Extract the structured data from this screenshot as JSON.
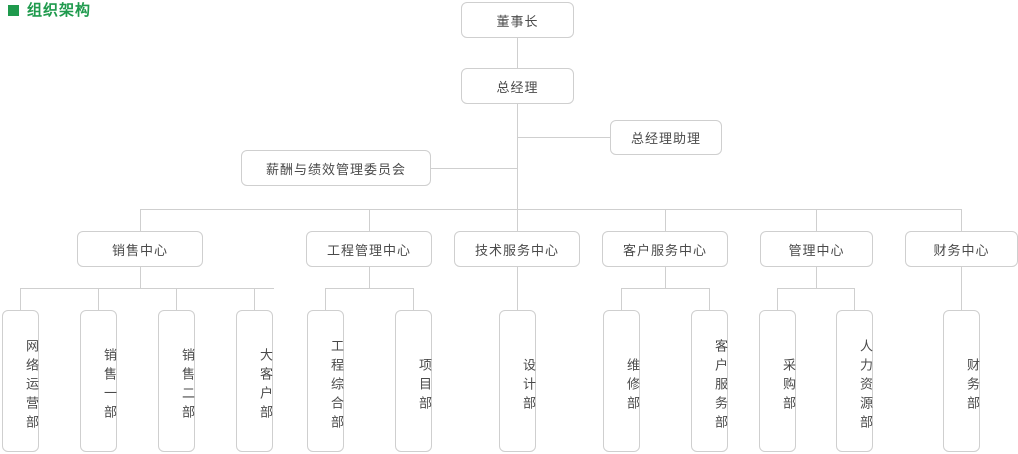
{
  "header": {
    "bullet_icon": "green-square-icon",
    "title": "组织架构",
    "accent_color": "#1f9a4d"
  },
  "theme": {
    "box_border_color": "#cfcfcf",
    "line_color": "#cfcfcf",
    "text_color": "#4a4a4a",
    "background": "#ffffff"
  },
  "org": {
    "chairman": {
      "label": "董事长"
    },
    "general_manager": {
      "label": "总经理"
    },
    "gm_assistant": {
      "label": "总经理助理"
    },
    "committee": {
      "label": "薪酬与绩效管理委员会"
    },
    "centers": [
      {
        "label": "销售中心",
        "departments": [
          {
            "label": "网络运营部"
          },
          {
            "label": "销售一部"
          },
          {
            "label": "销售二部"
          },
          {
            "label": "大客户部"
          }
        ]
      },
      {
        "label": "工程管理中心",
        "departments": [
          {
            "label": "工程综合部"
          },
          {
            "label": "项目部"
          }
        ]
      },
      {
        "label": "技术服务中心",
        "departments": [
          {
            "label": "设计部"
          }
        ]
      },
      {
        "label": "客户服务中心",
        "departments": [
          {
            "label": "维修部"
          },
          {
            "label": "客户服务部"
          }
        ]
      },
      {
        "label": "管理中心",
        "departments": [
          {
            "label": "采购部"
          },
          {
            "label": "人力资源部"
          }
        ]
      },
      {
        "label": "财务中心",
        "departments": [
          {
            "label": "财务部"
          }
        ]
      }
    ]
  }
}
